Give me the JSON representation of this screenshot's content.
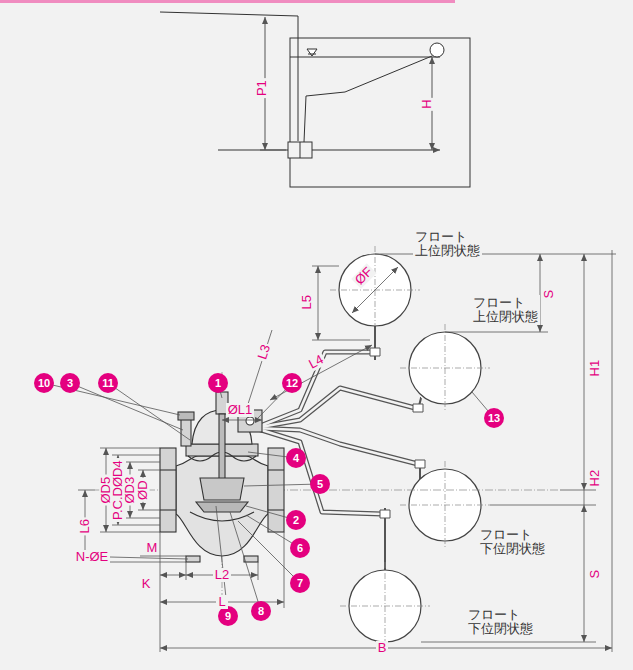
{
  "diagram": {
    "nodes": [
      {
        "text": [
          "10"
        ]
      },
      {
        "text": [
          "3"
        ]
      },
      {
        "text": [
          "11"
        ]
      },
      {
        "text": [
          "1"
        ]
      },
      {
        "text": [
          "12"
        ]
      },
      {
        "text": [
          "13"
        ]
      },
      {
        "text": [
          "4"
        ]
      },
      {
        "text": [
          "5"
        ]
      },
      {
        "text": [
          "2"
        ]
      },
      {
        "text": [
          "6"
        ]
      },
      {
        "text": [
          "7"
        ]
      },
      {
        "text": [
          "8"
        ]
      },
      {
        "text": [
          "9"
        ]
      }
    ],
    "labels": [
      "P1",
      "H",
      "ØF",
      "フロート 上位閉状態",
      "フロート 上位閉状態",
      "L5",
      "S",
      "L4",
      "L3",
      "ØL1",
      "H1",
      "ØD5",
      "P.C.DØD4",
      "ØD3",
      "ØD",
      "L6",
      "H2",
      "フロート 下位閉状態",
      "N-ØE",
      "M",
      "K",
      "L2",
      "S",
      "フロート 下位閉状態",
      "L",
      "B"
    ]
  }
}
